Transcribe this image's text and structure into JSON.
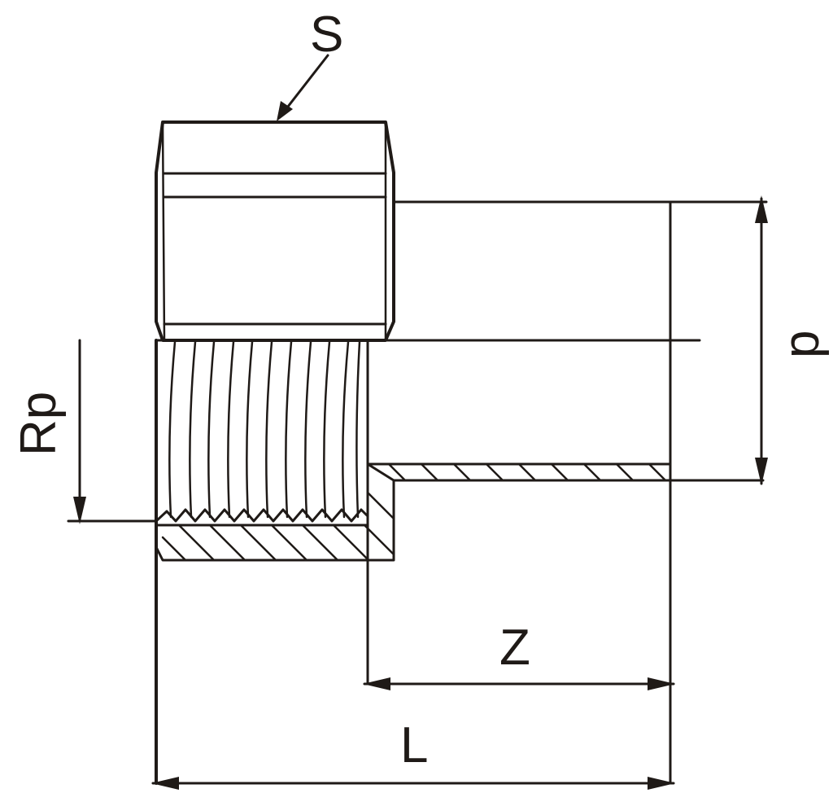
{
  "labels": {
    "s": "S",
    "p": "p",
    "rp": "Rp",
    "z": "Z",
    "l": "L"
  },
  "colors": {
    "line": "#1f1a17",
    "background": "#ffffff"
  }
}
